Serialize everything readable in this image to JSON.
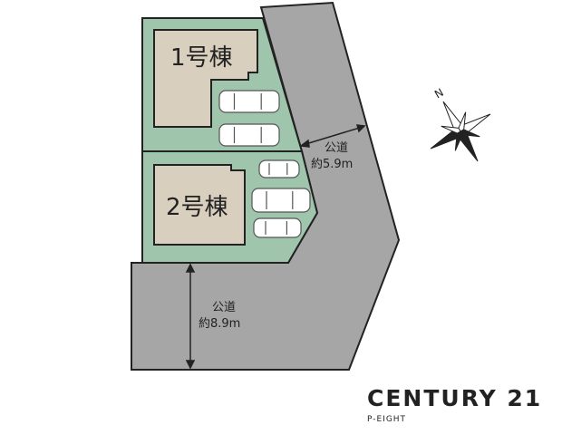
{
  "lots": [
    {
      "label": "1号棟"
    },
    {
      "label": "2号棟"
    }
  ],
  "roads": [
    {
      "name": "公道",
      "width": "約5.9m"
    },
    {
      "name": "公道",
      "width": "約8.9m"
    }
  ],
  "compass": {
    "label": "N"
  },
  "brand": {
    "name": "CENTURY 21",
    "sub": "P-EIGHT"
  },
  "colors": {
    "lot": "#9fc5ad",
    "building": "#d8cfbe",
    "road": "#a6a6a6",
    "line": "#222222"
  }
}
